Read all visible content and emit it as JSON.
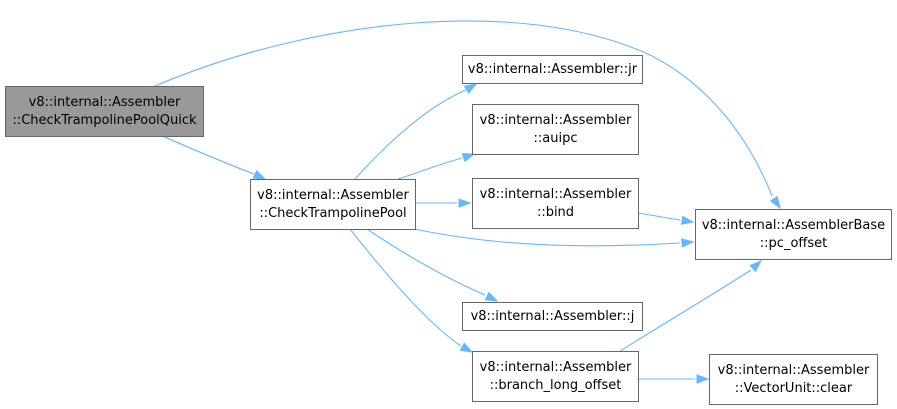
{
  "nodes": [
    {
      "id": "root",
      "lines": [
        "v8::internal::Assembler",
        "::CheckTrampolinePoolQuick"
      ],
      "highlighted": true
    },
    {
      "id": "check_pool",
      "lines": [
        "v8::internal::Assembler",
        "::CheckTrampolinePool"
      ]
    },
    {
      "id": "jr",
      "lines": [
        "v8::internal::Assembler::jr"
      ]
    },
    {
      "id": "auipc",
      "lines": [
        "v8::internal::Assembler",
        "::auipc"
      ]
    },
    {
      "id": "bind",
      "lines": [
        "v8::internal::Assembler",
        "::bind"
      ]
    },
    {
      "id": "pc_offset",
      "lines": [
        "v8::internal::AssemblerBase",
        "::pc_offset"
      ]
    },
    {
      "id": "j",
      "lines": [
        "v8::internal::Assembler::j"
      ]
    },
    {
      "id": "branch_long_offset",
      "lines": [
        "v8::internal::Assembler",
        "::branch_long_offset"
      ]
    },
    {
      "id": "vector_clear",
      "lines": [
        "v8::internal::Assembler",
        "::VectorUnit::clear"
      ]
    }
  ],
  "edges": [
    {
      "from": "root",
      "to": "check_pool"
    },
    {
      "from": "root",
      "to": "pc_offset"
    },
    {
      "from": "check_pool",
      "to": "jr"
    },
    {
      "from": "check_pool",
      "to": "auipc"
    },
    {
      "from": "check_pool",
      "to": "bind"
    },
    {
      "from": "check_pool",
      "to": "pc_offset"
    },
    {
      "from": "check_pool",
      "to": "j"
    },
    {
      "from": "check_pool",
      "to": "branch_long_offset"
    },
    {
      "from": "bind",
      "to": "pc_offset"
    },
    {
      "from": "branch_long_offset",
      "to": "pc_offset"
    },
    {
      "from": "branch_long_offset",
      "to": "vector_clear"
    }
  ],
  "colors": {
    "edge": "#63b8ff",
    "root_fill": "#999999",
    "node_border": "#666666"
  }
}
